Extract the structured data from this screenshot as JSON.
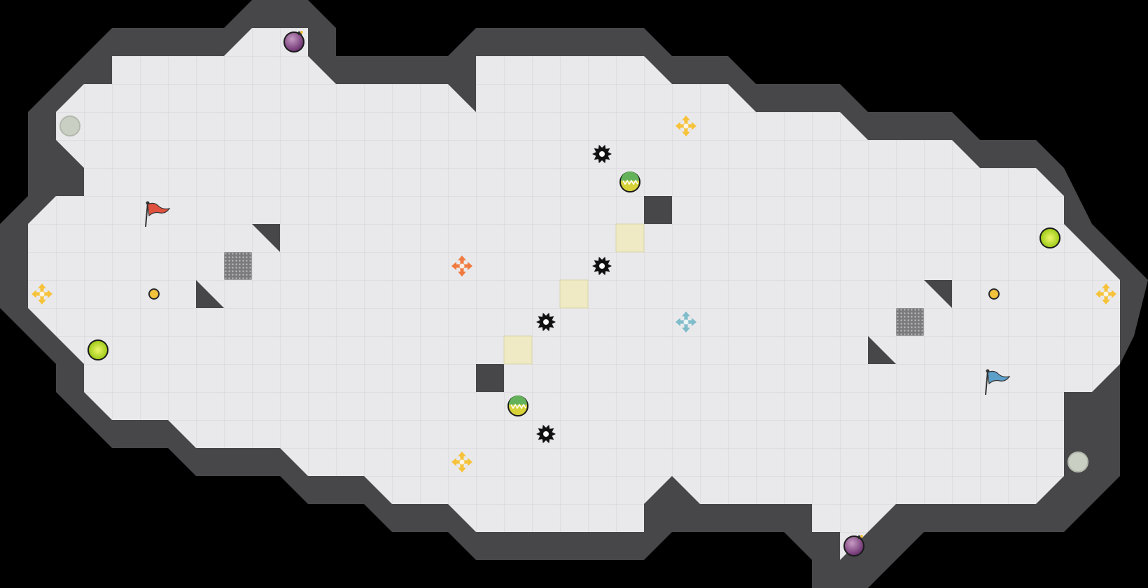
{
  "game": {
    "colors": {
      "background": "#000000",
      "floor": "#e9e9ec",
      "floor_grid": "#d3d3d8",
      "wall": "#47474a",
      "red_team": "#e0513f",
      "blue_team": "#5c9fc9",
      "boost": "#f6c23a",
      "red_boost": "#f07a3f",
      "blue_boost": "#7fbcc9",
      "powerup": "#b8dc2a",
      "bomb": "#8a4a8e",
      "spike": "#111111",
      "gate": "#efeac3",
      "portal_inactive": "#c9cfc3",
      "button": "#f4c33c"
    },
    "flags": [
      {
        "team": "red",
        "icon": "red-flag-icon",
        "col": 5,
        "row": 7
      },
      {
        "team": "blue",
        "icon": "blue-flag-icon",
        "col": 35,
        "row": 13
      }
    ],
    "boosts": [
      {
        "type": "neutral",
        "icon": "boost-arrows-icon",
        "col": 1,
        "row": 10
      },
      {
        "type": "neutral",
        "icon": "boost-arrows-icon",
        "col": 24,
        "row": 4
      },
      {
        "type": "neutral",
        "icon": "boost-arrows-icon",
        "col": 16,
        "row": 16
      },
      {
        "type": "neutral",
        "icon": "boost-arrows-icon",
        "col": 39,
        "row": 10
      },
      {
        "type": "red",
        "icon": "red-boost-arrows-icon",
        "col": 16,
        "row": 9
      },
      {
        "type": "blue",
        "icon": "blue-boost-arrows-icon",
        "col": 24,
        "row": 11
      }
    ],
    "spikes": [
      {
        "icon": "spike-icon",
        "col": 21,
        "row": 5
      },
      {
        "icon": "spike-icon",
        "col": 21,
        "row": 9
      },
      {
        "icon": "spike-icon",
        "col": 19,
        "row": 11
      },
      {
        "icon": "spike-icon",
        "col": 19,
        "row": 15
      }
    ],
    "powerups": [
      {
        "icon": "powerup-orb-icon",
        "col": 3,
        "row": 12
      },
      {
        "icon": "powerup-orb-icon",
        "col": 37,
        "row": 8
      }
    ],
    "rolling_bombs": [
      {
        "icon": "rolling-bomb-icon",
        "col": 22,
        "row": 6
      },
      {
        "icon": "rolling-bomb-icon",
        "col": 18,
        "row": 14
      }
    ],
    "bombs": [
      {
        "icon": "bomb-icon",
        "col": 10,
        "row": 1
      },
      {
        "icon": "bomb-icon",
        "col": 30,
        "row": 19
      }
    ],
    "portals": [
      {
        "icon": "portal-inactive-icon",
        "col": 2,
        "row": 4
      },
      {
        "icon": "portal-inactive-icon",
        "col": 38,
        "row": 16
      }
    ],
    "buttons": [
      {
        "icon": "button-icon",
        "col": 5,
        "row": 10
      },
      {
        "icon": "button-icon",
        "col": 35,
        "row": 10
      }
    ],
    "gates": [
      {
        "col": 22,
        "row": 8
      },
      {
        "col": 20,
        "row": 10
      },
      {
        "col": 18,
        "row": 12
      }
    ],
    "bomb_tiles": [
      {
        "col": 8,
        "row": 9
      },
      {
        "col": 32,
        "row": 11
      }
    ]
  }
}
